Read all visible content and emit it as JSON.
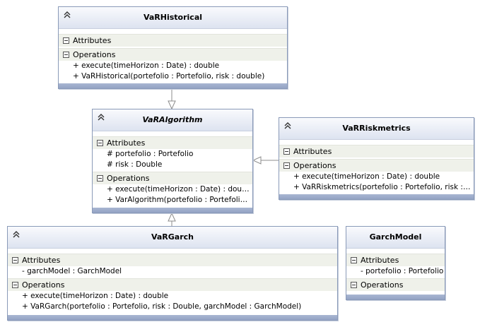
{
  "diagram": {
    "compartments": {
      "attributes": "Attributes",
      "operations": "Operations"
    },
    "classes": {
      "var_historical": {
        "name": "VaRHistorical",
        "attributes": [],
        "operations": [
          "+ execute(timeHorizon : Date) : double",
          "+ VaRHistorical(portefolio : Portefolio, risk : double)"
        ]
      },
      "var_algorithm": {
        "name": "VaRAlgorithm",
        "abstract": true,
        "attributes": [
          "# portefolio : Portefolio",
          "# risk : Double"
        ],
        "operations": [
          "+ execute(timeHorizon : Date) : double",
          "+ VarAlgorithm(portefolio : Portefolio, r..."
        ]
      },
      "var_riskmetrics": {
        "name": "VaRRiskmetrics",
        "attributes": [],
        "operations": [
          "+ execute(timeHorizon : Date) : double",
          "+ VaRRiskmetrics(portefolio : Portefolio, risk : do..."
        ]
      },
      "var_garch": {
        "name": "VaRGarch",
        "attributes": [
          "- garchModel : GarchModel"
        ],
        "operations": [
          "+ execute(timeHorizon : Date) : double",
          "+ VaRGarch(portefolio : Portefolio, risk : Double, garchModel : GarchModel)"
        ]
      },
      "garch_model": {
        "name": "GarchModel",
        "attributes": [
          "- portefolio : Portefolio"
        ],
        "operations": []
      }
    },
    "generalizations": [
      {
        "from": "VaRHistorical",
        "to": "VaRAlgorithm"
      },
      {
        "from": "VaRRiskmetrics",
        "to": "VaRAlgorithm"
      },
      {
        "from": "VaRGarch",
        "to": "VaRAlgorithm"
      }
    ],
    "icons": {
      "collapse": "double-chevron-up-icon",
      "compartment_toggle": "minus-box-icon"
    },
    "colors": {
      "border": "#8a9ab8",
      "header_top": "#f9fafd",
      "header_bottom": "#dde3f0",
      "footer": "#9dabca",
      "compartment": "#eff1ea"
    }
  }
}
